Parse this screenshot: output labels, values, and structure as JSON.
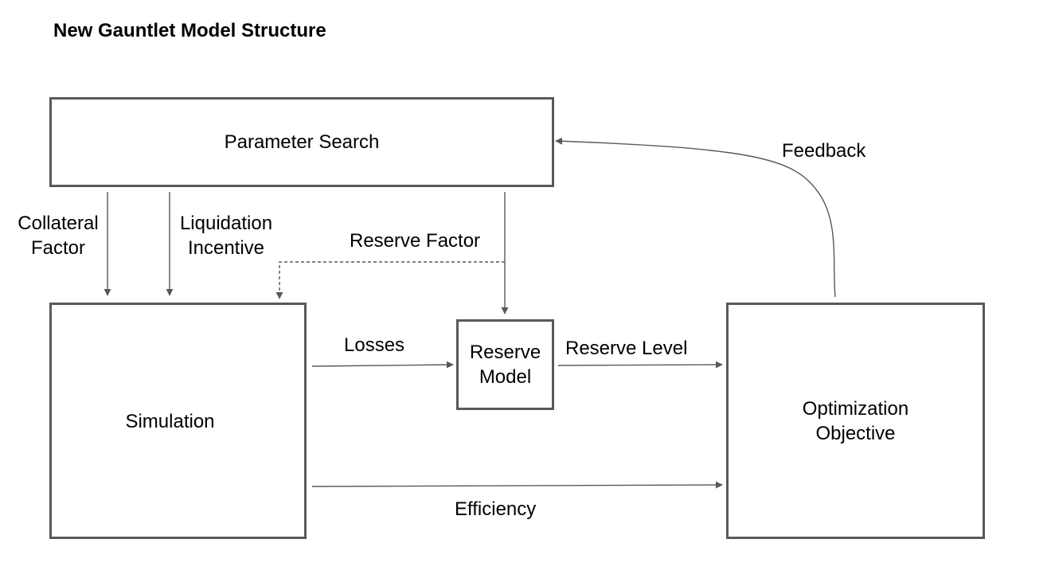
{
  "diagram": {
    "title": "New Gauntlet Model Structure",
    "nodes": {
      "parameter_search": "Parameter Search",
      "simulation": "Simulation",
      "reserve_model_line1": "Reserve",
      "reserve_model_line2": "Model",
      "optimization_line1": "Optimization",
      "optimization_line2": "Objective"
    },
    "edges": {
      "collateral_factor_line1": "Collateral",
      "collateral_factor_line2": "Factor",
      "liquidation_incentive_line1": "Liquidation",
      "liquidation_incentive_line2": "Incentive",
      "reserve_factor": "Reserve Factor",
      "losses": "Losses",
      "reserve_level": "Reserve Level",
      "efficiency": "Efficiency",
      "feedback": "Feedback"
    }
  }
}
